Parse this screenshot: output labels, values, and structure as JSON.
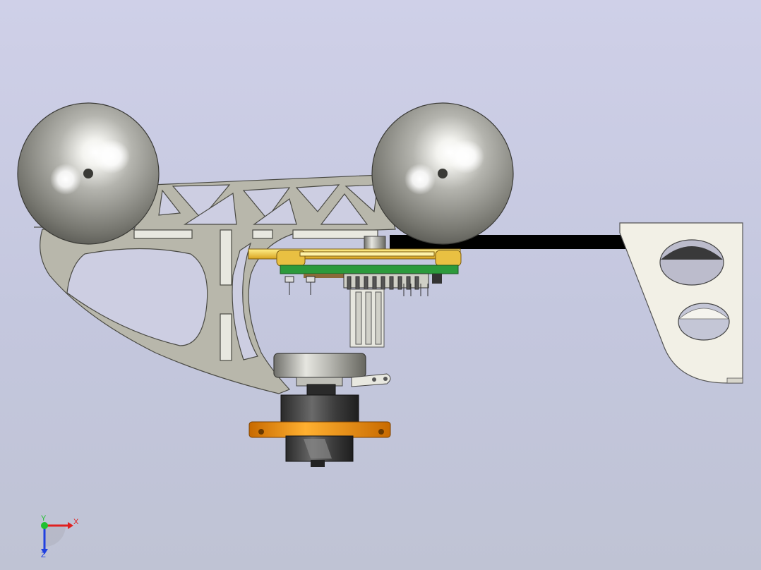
{
  "viewport": {
    "background_top": "#cfd0e8",
    "background_bottom": "#bfc3d4"
  },
  "model": {
    "frame_color": "#b9b8ac",
    "sphere_color": "#9a9a94",
    "pcb_color": "#2c9a3c",
    "gold_color": "#e7b52c",
    "motor_flange_color": "#f0940e",
    "bracket_color": "#f2f0e6",
    "rod_color": "#000000"
  },
  "triad": {
    "x_label": "X",
    "y_label": "Y",
    "z_label": "Z",
    "x_color": "#e02020",
    "y_color": "#20c030",
    "z_color": "#2040e0"
  }
}
